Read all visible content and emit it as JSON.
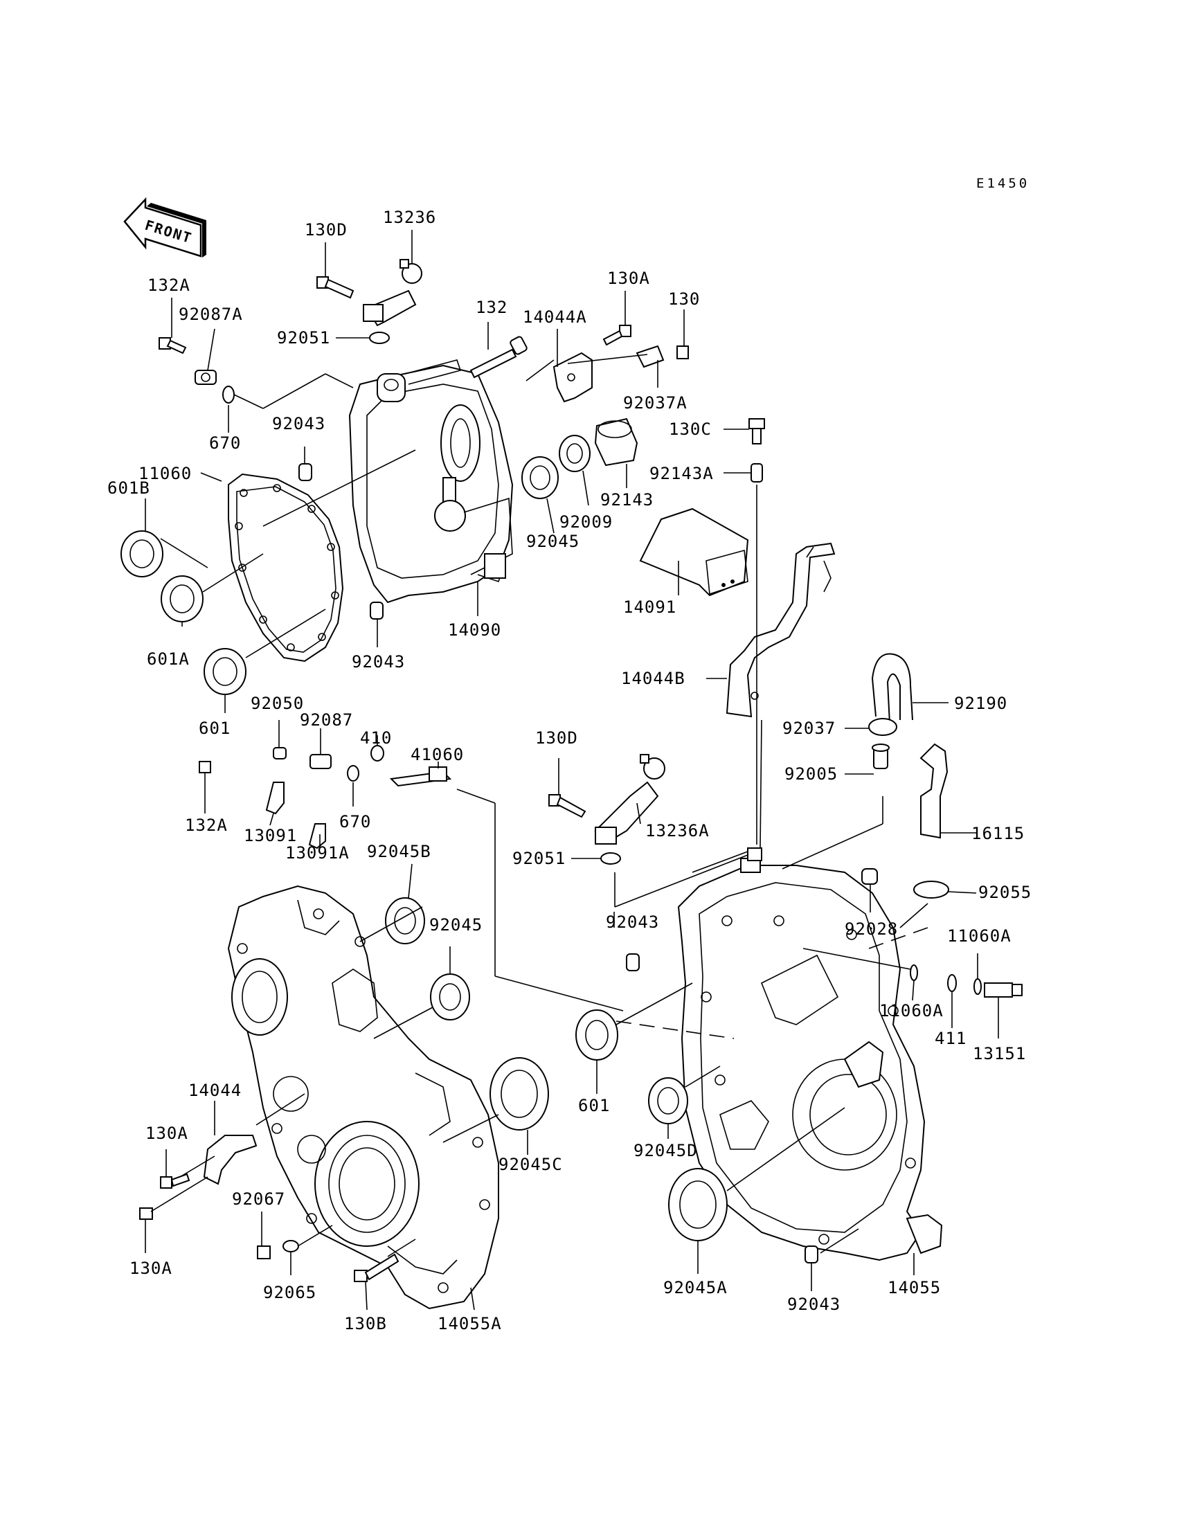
{
  "diagram": {
    "code": "E1450",
    "front_label": "FRONT",
    "labels": {
      "l_130D_top": "130D",
      "l_13236": "13236",
      "l_132A_top": "132A",
      "l_92087A": "92087A",
      "l_92051_top": "92051",
      "l_132": "132",
      "l_14044A": "14044A",
      "l_130A_top": "130A",
      "l_130": "130",
      "l_670_top": "670",
      "l_92043_a": "92043",
      "l_92037A": "92037A",
      "l_130C": "130C",
      "l_11060": "11060",
      "l_601B": "601B",
      "l_92143": "92143",
      "l_92009": "92009",
      "l_92143A": "92143A",
      "l_92045_a": "92045",
      "l_14091": "14091",
      "l_601A": "601A",
      "l_14090": "14090",
      "l_92043_b": "92043",
      "l_14044B": "14044B",
      "l_92190": "92190",
      "l_601_top": "601",
      "l_92050": "92050",
      "l_92087": "92087",
      "l_410": "410",
      "l_41060": "41060",
      "l_130D_mid": "130D",
      "l_92037": "92037",
      "l_92005": "92005",
      "l_132A_mid": "132A",
      "l_13091": "13091",
      "l_670_mid": "670",
      "l_13236A": "13236A",
      "l_16115": "16115",
      "l_13091A": "13091A",
      "l_92045B": "92045B",
      "l_92051_mid": "92051",
      "l_92055": "92055",
      "l_92045_b": "92045",
      "l_92043_c": "92043",
      "l_92028": "92028",
      "l_11060A_right": "11060A",
      "l_11060A_mid": "11060A",
      "l_411": "411",
      "l_13151": "13151",
      "l_601_mid": "601",
      "l_14044": "14044",
      "l_130A_mid": "130A",
      "l_92045D": "92045D",
      "l_92045C": "92045C",
      "l_92067": "92067",
      "l_130A_bot": "130A",
      "l_92065": "92065",
      "l_92045A": "92045A",
      "l_92043_d": "92043",
      "l_14055": "14055",
      "l_130B": "130B",
      "l_14055A": "14055A"
    }
  }
}
